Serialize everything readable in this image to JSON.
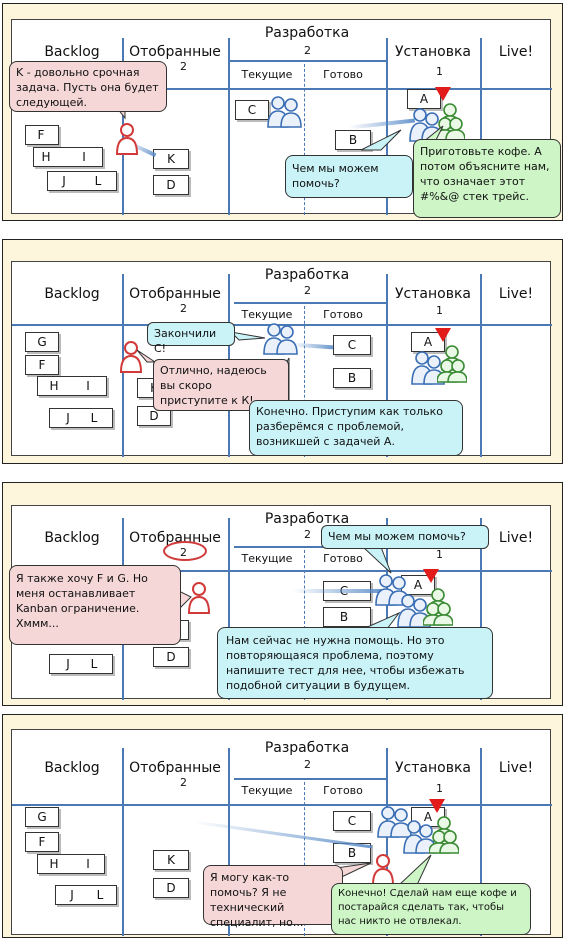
{
  "board": {
    "col_backlog": "Backlog",
    "col_selected": "Отобранные",
    "col_selected_limit": "2",
    "col_dev": "Разработка",
    "col_dev_limit": "2",
    "col_dev_current": "Текущие",
    "col_dev_done": "Готово",
    "col_install": "Установка",
    "col_install_limit": "1",
    "col_live": "Live!"
  },
  "panels": [
    {
      "cards": [
        "F",
        "H",
        "I",
        "J",
        "L",
        "K",
        "D",
        "C",
        "B",
        "A"
      ],
      "bubbles": {
        "po": "K - довольно срочная задача. Пусть она будет следующей.",
        "team": "Чем мы можем помочь?",
        "ops": "Приготовьте кофе. А потом объясните нам, что означает этот #%&@ стек трейс."
      }
    },
    {
      "cards": [
        "G",
        "F",
        "H",
        "I",
        "J",
        "L",
        "K",
        "D",
        "C",
        "B",
        "A"
      ],
      "bubbles": {
        "dev": "Закончили С!",
        "po": "Отлично, надеюсь вы скоро приступите к К!",
        "reply": "Конечно. Приступим как только разберёмся с проблемой, возникшей с задачей А."
      }
    },
    {
      "cards": [
        "K",
        "D",
        "J",
        "L",
        "C",
        "B",
        "A"
      ],
      "bubbles": {
        "team": "Чем мы можем помочь?",
        "po": "Я также хочу F и G. Но меня останавливает Kanban ограничение. Хммм...",
        "reply": "Нам сейчас не нужна помощь. Но это повторяющаяся проблема, поэтому напишите тест для нее, чтобы избежать подобной ситуации в будущем."
      }
    },
    {
      "cards": [
        "G",
        "F",
        "H",
        "I",
        "J",
        "L",
        "K",
        "D",
        "C",
        "B",
        "A"
      ],
      "bubbles": {
        "po": "Я могу как-то помочь? Я не технический специалит, но...",
        "ops": "Конечно! Сделай нам еще кофе и постарайся сделать так, чтобы нас никто не отвлекал."
      }
    }
  ],
  "colors": {
    "line": "#4a79b5",
    "panel_bg": "#fdf6dc",
    "pink": "#f5d7d7",
    "cyan": "#c9f3f7",
    "green": "#cdf5c6",
    "marker": "#e21b1b"
  }
}
